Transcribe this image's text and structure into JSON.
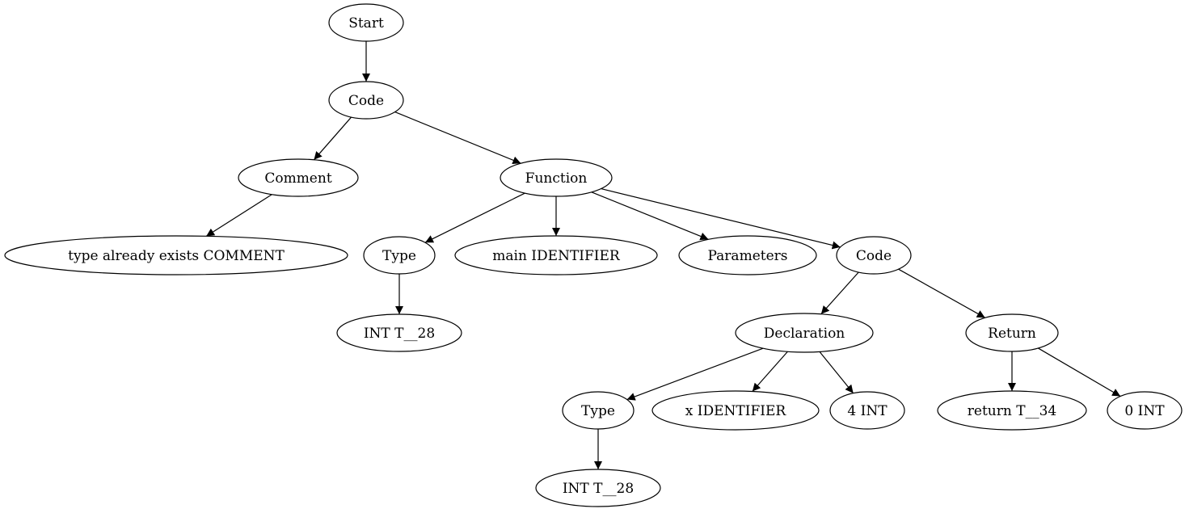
{
  "nodes": [
    {
      "id": "start",
      "label": "Start"
    },
    {
      "id": "code1",
      "label": "Code"
    },
    {
      "id": "comment",
      "label": "Comment"
    },
    {
      "id": "function",
      "label": "Function"
    },
    {
      "id": "comment_text",
      "label": "type already exists COMMENT"
    },
    {
      "id": "type1",
      "label": "Type"
    },
    {
      "id": "main_id",
      "label": "main IDENTIFIER"
    },
    {
      "id": "parameters",
      "label": "Parameters"
    },
    {
      "id": "code2",
      "label": "Code"
    },
    {
      "id": "int1",
      "label": "INT T__28"
    },
    {
      "id": "declaration",
      "label": "Declaration"
    },
    {
      "id": "return",
      "label": "Return"
    },
    {
      "id": "type2",
      "label": "Type"
    },
    {
      "id": "x_id",
      "label": "x IDENTIFIER"
    },
    {
      "id": "four_int",
      "label": "4 INT"
    },
    {
      "id": "return_t34",
      "label": "return T__34"
    },
    {
      "id": "zero_int",
      "label": "0 INT"
    },
    {
      "id": "int2",
      "label": "INT T__28"
    }
  ],
  "edges": [
    {
      "from": "start",
      "to": "code1"
    },
    {
      "from": "code1",
      "to": "comment"
    },
    {
      "from": "code1",
      "to": "function"
    },
    {
      "from": "comment",
      "to": "comment_text"
    },
    {
      "from": "function",
      "to": "type1"
    },
    {
      "from": "function",
      "to": "main_id"
    },
    {
      "from": "function",
      "to": "parameters"
    },
    {
      "from": "function",
      "to": "code2"
    },
    {
      "from": "type1",
      "to": "int1"
    },
    {
      "from": "code2",
      "to": "declaration"
    },
    {
      "from": "code2",
      "to": "return"
    },
    {
      "from": "declaration",
      "to": "type2"
    },
    {
      "from": "declaration",
      "to": "x_id"
    },
    {
      "from": "declaration",
      "to": "four_int"
    },
    {
      "from": "return",
      "to": "return_t34"
    },
    {
      "from": "return",
      "to": "zero_int"
    },
    {
      "from": "type2",
      "to": "int2"
    }
  ]
}
